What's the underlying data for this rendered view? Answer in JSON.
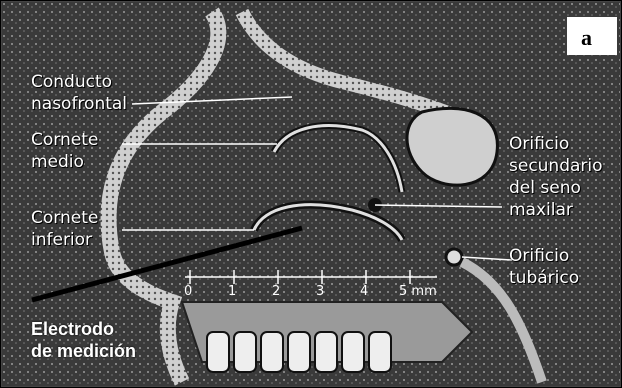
{
  "panel_letter": "a",
  "labels": {
    "conducto_1": "Conducto",
    "conducto_2": "nasofrontal",
    "cornete_medio_1": "Cornete",
    "cornete_medio_2": "medio",
    "cornete_inferior_1": "Cornete",
    "cornete_inferior_2": "inferior",
    "orificio_seno_1": "Orificio",
    "orificio_seno_2": "secundario",
    "orificio_seno_3": "del seno",
    "orificio_seno_4": "maxilar",
    "orificio_tubarico_1": "Orificio",
    "orificio_tubarico_2": "tubárico",
    "electrodo_1": "Electrodo",
    "electrodo_2": "de medición"
  },
  "scale": {
    "ticks": [
      "0",
      "1",
      "2",
      "3",
      "4",
      "5 mm"
    ]
  },
  "colors": {
    "background": "#444444",
    "ink": "#ffffff",
    "bone": "#bdbdbd"
  }
}
